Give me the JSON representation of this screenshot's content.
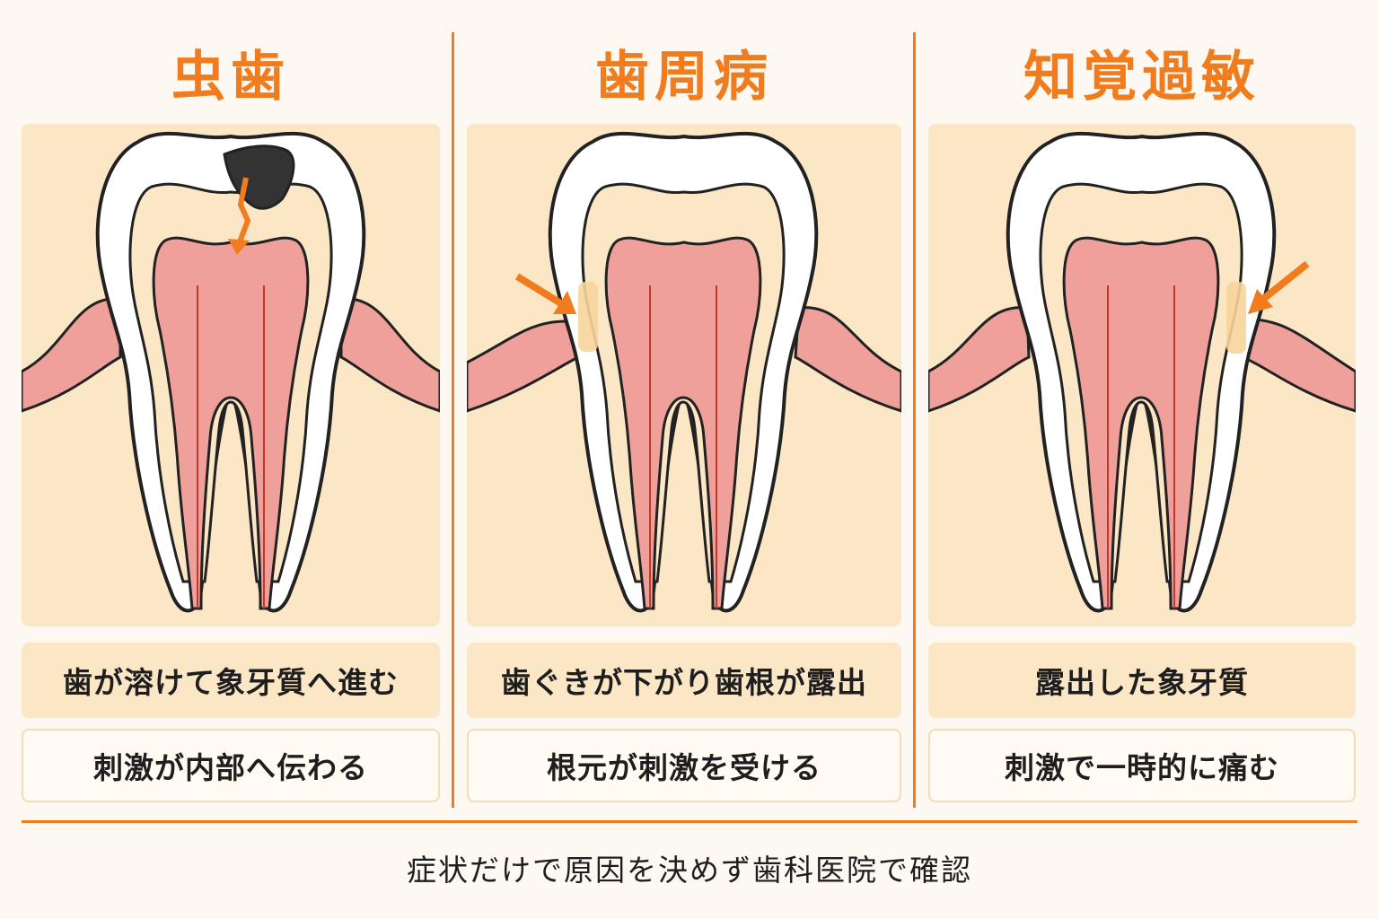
{
  "columns": [
    {
      "title": "虫歯",
      "line1": "歯が溶けて象牙質へ進む",
      "line2": "刺激が内部へ伝わる",
      "marker": "cavity"
    },
    {
      "title": "歯周病",
      "line1": "歯ぐきが下がり歯根が露出",
      "line2": "根元が刺激を受ける",
      "marker": "left-arrow"
    },
    {
      "title": "知覚過敏",
      "line1": "露出した象牙質",
      "line2": "刺激で一時的に痛む",
      "marker": "right-arrow"
    }
  ],
  "footer": "症状だけで原因を決めず歯科医院で確認",
  "colors": {
    "accent": "#f07c1e",
    "enamel": "#ffffff",
    "dentin": "#fbe6c6",
    "pulp": "#f0a09a",
    "gum": "#f0a09a",
    "bone": "#fbe6c6",
    "decay": "#333333",
    "outline": "#222222"
  },
  "icons": [
    "tooth-cross-section",
    "cavity",
    "arrow-icon"
  ]
}
